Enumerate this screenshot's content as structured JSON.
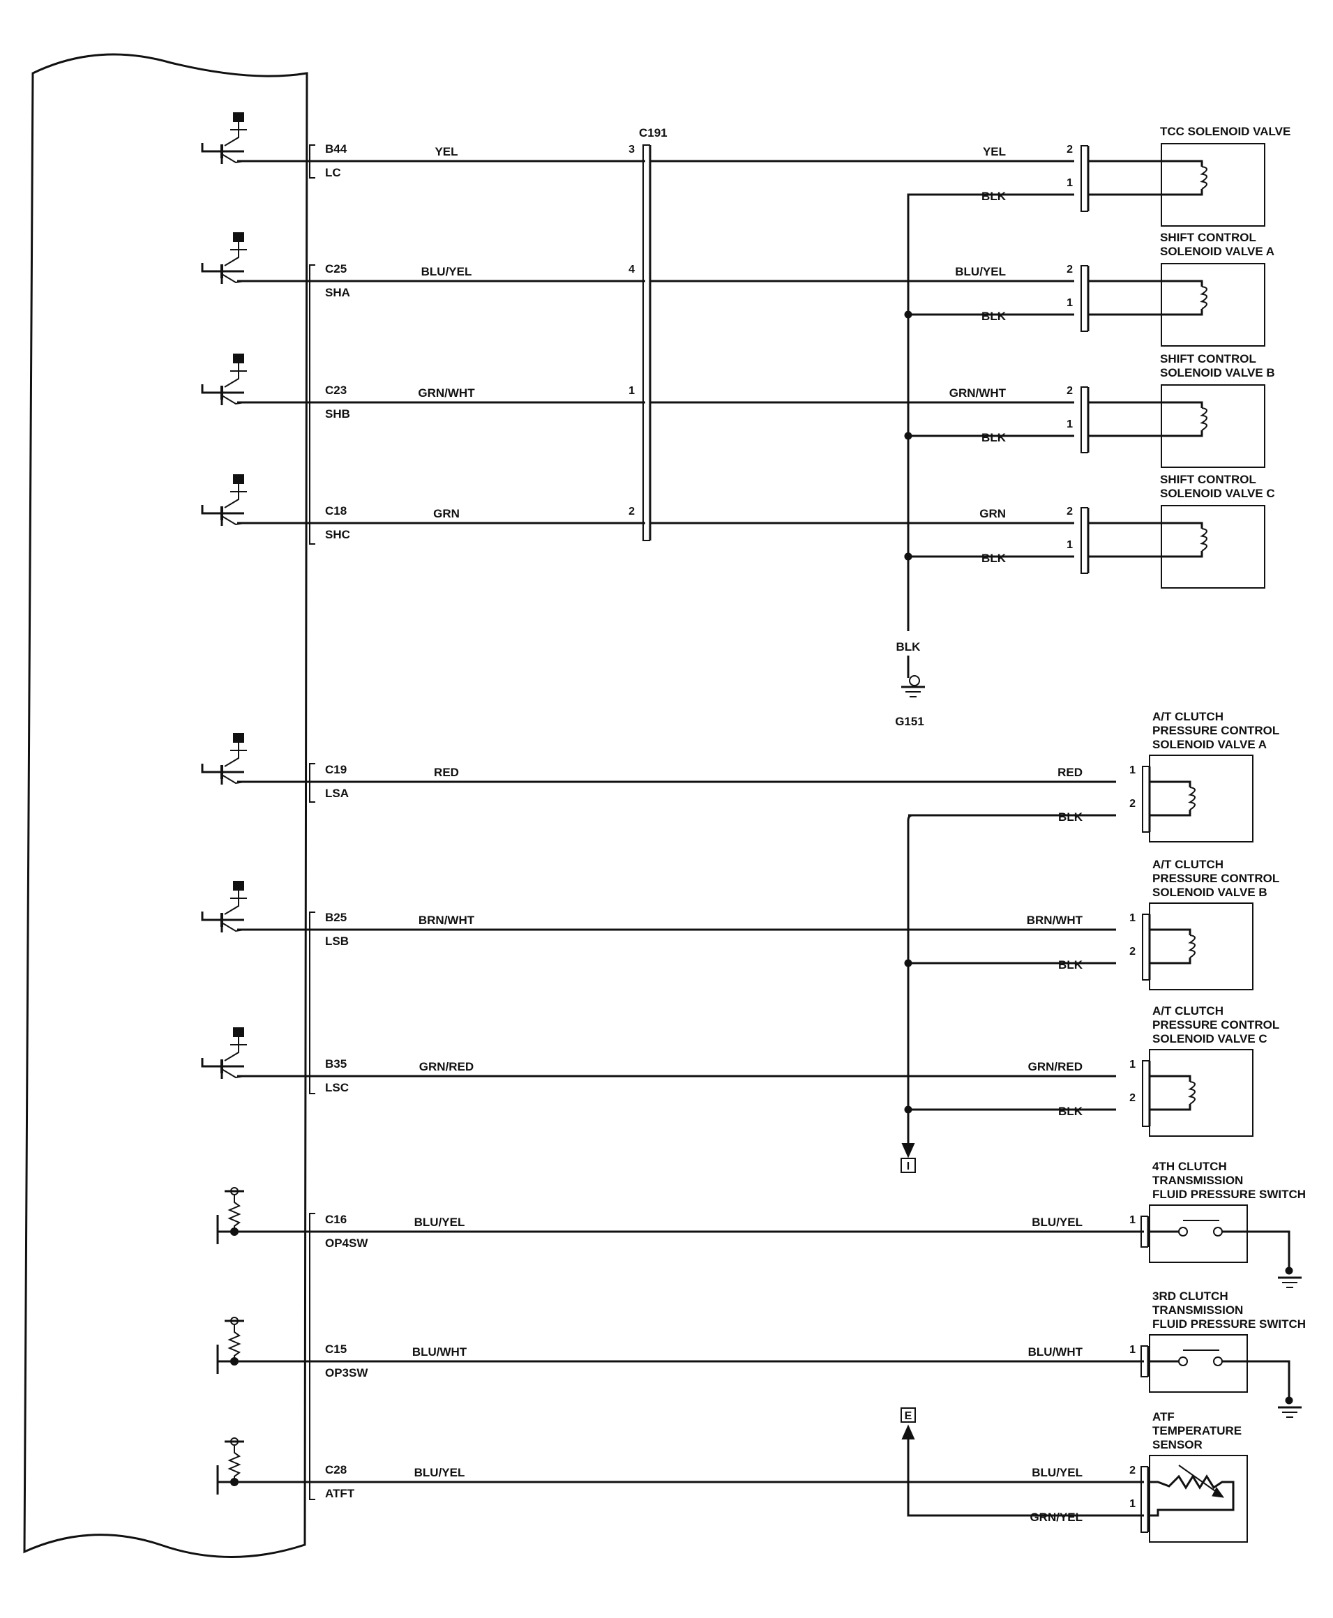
{
  "circuits": [
    {
      "pin": "B44",
      "signal": "LC",
      "wire": "YEL",
      "c191_pin": "3",
      "comp_wire_in": "YEL",
      "comp_wire_out": "BLK",
      "comp_pin_in": "2",
      "comp_pin_out": "1",
      "component": [
        "TCC SOLENOID VALVE"
      ]
    },
    {
      "pin": "C25",
      "signal": "SHA",
      "wire": "BLU/YEL",
      "c191_pin": "4",
      "comp_wire_in": "BLU/YEL",
      "comp_wire_out": "BLK",
      "comp_pin_in": "2",
      "comp_pin_out": "1",
      "component": [
        "SHIFT CONTROL",
        "SOLENOID VALVE A"
      ]
    },
    {
      "pin": "C23",
      "signal": "SHB",
      "wire": "GRN/WHT",
      "c191_pin": "1",
      "comp_wire_in": "GRN/WHT",
      "comp_wire_out": "BLK",
      "comp_pin_in": "2",
      "comp_pin_out": "1",
      "component": [
        "SHIFT CONTROL",
        "SOLENOID VALVE B"
      ]
    },
    {
      "pin": "C18",
      "signal": "SHC",
      "wire": "GRN",
      "c191_pin": "2",
      "comp_wire_in": "GRN",
      "comp_wire_out": "BLK",
      "comp_pin_in": "2",
      "comp_pin_out": "1",
      "component": [
        "SHIFT CONTROL",
        "SOLENOID VALVE C"
      ]
    },
    {
      "pin": "C19",
      "signal": "LSA",
      "wire": "RED",
      "comp_wire_in": "RED",
      "comp_wire_out": "BLK",
      "comp_pin_in": "1",
      "comp_pin_out": "2",
      "component": [
        "A/T CLUTCH",
        "PRESSURE CONTROL",
        "SOLENOID VALVE A"
      ]
    },
    {
      "pin": "B25",
      "signal": "LSB",
      "wire": "BRN/WHT",
      "comp_wire_in": "BRN/WHT",
      "comp_wire_out": "BLK",
      "comp_pin_in": "1",
      "comp_pin_out": "2",
      "component": [
        "A/T CLUTCH",
        "PRESSURE CONTROL",
        "SOLENOID VALVE B"
      ]
    },
    {
      "pin": "B35",
      "signal": "LSC",
      "wire": "GRN/RED",
      "comp_wire_in": "GRN/RED",
      "comp_wire_out": "BLK",
      "comp_pin_in": "1",
      "comp_pin_out": "2",
      "component": [
        "A/T CLUTCH",
        "PRESSURE CONTROL",
        "SOLENOID VALVE C"
      ]
    },
    {
      "pin": "C16",
      "signal": "OP4SW",
      "wire": "BLU/YEL",
      "comp_wire_in": "BLU/YEL",
      "comp_pin_in": "1",
      "component": [
        "4TH CLUTCH",
        "TRANSMISSION",
        "FLUID PRESSURE SWITCH"
      ]
    },
    {
      "pin": "C15",
      "signal": "OP3SW",
      "wire": "BLU/WHT",
      "comp_wire_in": "BLU/WHT",
      "comp_pin_in": "1",
      "component": [
        "3RD CLUTCH",
        "TRANSMISSION",
        "FLUID PRESSURE SWITCH"
      ]
    },
    {
      "pin": "C28",
      "signal": "ATFT",
      "wire": "BLU/YEL",
      "comp_wire_in": "BLU/YEL",
      "comp_wire_out": "GRN/YEL",
      "comp_pin_in": "2",
      "comp_pin_out": "1",
      "component": [
        "ATF",
        "TEMPERATURE",
        "SENSOR"
      ]
    }
  ],
  "connector_c191": "C191",
  "ground": {
    "wire": "BLK",
    "label": "G151"
  },
  "off_page": [
    "I",
    "E"
  ]
}
